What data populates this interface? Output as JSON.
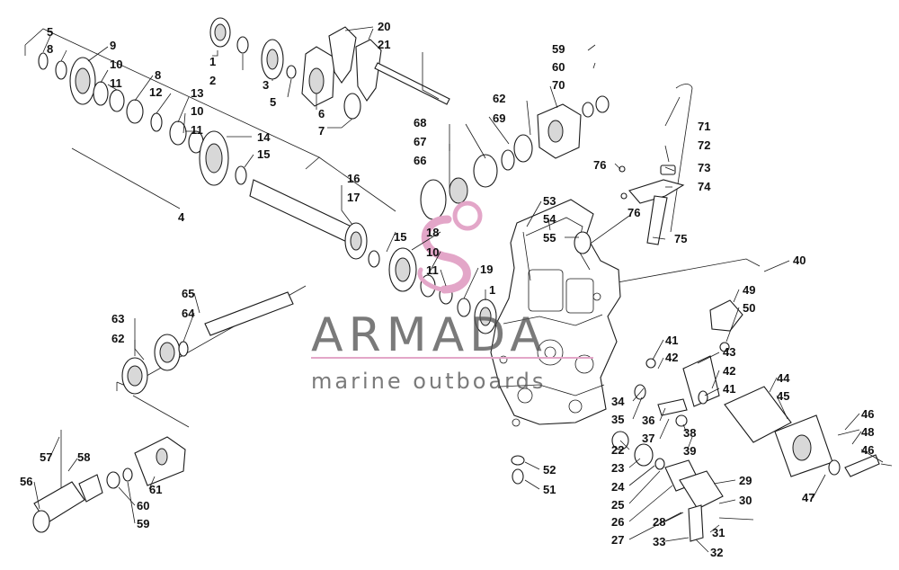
{
  "watermark": {
    "title": "ARMADA",
    "subtitle": "marine outboards",
    "accent_color": "#e3a6c8",
    "text_color": "#555555"
  },
  "callouts": {
    "c1a": "1",
    "c2": "2",
    "c3": "3",
    "c5b": "5",
    "c6": "6",
    "c7": "7",
    "c20": "20",
    "c21": "21",
    "c5a": "5",
    "c8a": "8",
    "c9": "9",
    "c10a": "10",
    "c11a": "11",
    "c8b": "8",
    "c12": "12",
    "c13": "13",
    "c10b": "10",
    "c11b": "11",
    "c14": "14",
    "c15a": "15",
    "c4": "4",
    "c16": "16",
    "c17": "17",
    "c68": "68",
    "c67": "67",
    "c66": "66",
    "c62a": "62",
    "c69": "69",
    "c70": "70",
    "c59a": "59",
    "c60a": "60",
    "c71": "71",
    "c72": "72",
    "c73": "73",
    "c74": "74",
    "c76a": "76",
    "c76b": "76",
    "c75": "75",
    "c53": "53",
    "c54": "54",
    "c55": "55",
    "c15b": "15",
    "c18": "18",
    "c10c": "10",
    "c11c": "11",
    "c19": "19",
    "c1b": "1",
    "c40": "40",
    "c49": "49",
    "c50": "50",
    "c65": "65",
    "c64": "64",
    "c63": "63",
    "c62b": "62",
    "c41a": "41",
    "c42a": "42",
    "c43": "43",
    "c42b": "42",
    "c41b": "41",
    "c44": "44",
    "c45": "45",
    "c34": "34",
    "c35": "35",
    "c36": "36",
    "c37": "37",
    "c38": "38",
    "c39": "39",
    "c46a": "46",
    "c48": "48",
    "c46b": "46",
    "c47": "47",
    "c22": "22",
    "c23": "23",
    "c24": "24",
    "c25": "25",
    "c26": "26",
    "c27": "27",
    "c52": "52",
    "c51": "51",
    "c29": "29",
    "c30": "30",
    "c28": "28",
    "c31": "31",
    "c33": "33",
    "c32": "32",
    "c57": "57",
    "c58": "58",
    "c56": "56",
    "c61": "61",
    "c60b": "60",
    "c59b": "59"
  }
}
